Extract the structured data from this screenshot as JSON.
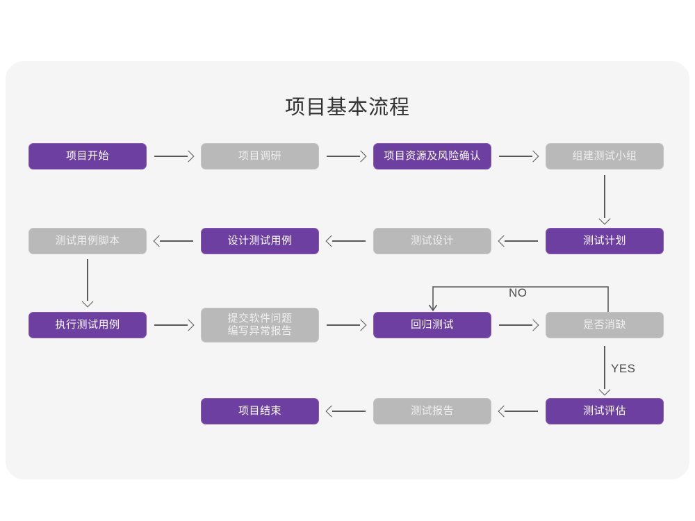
{
  "page": {
    "title": "项目基本流程",
    "colors": {
      "background": "#ffffff",
      "card": "#f5f5f5",
      "accent_purple": "#6c3fa0",
      "accent_purple_border": "#8659b5",
      "muted_gray": "#b9b9b9",
      "muted_gray_border": "#c4c4c4",
      "arrow": "#58585a",
      "title_text": "#333333"
    }
  },
  "flowchart": {
    "type": "flowchart",
    "rows": [
      {
        "nodes": [
          {
            "id": "project-start",
            "label": "项目开始",
            "style": "purple"
          },
          {
            "id": "project-research",
            "label": "项目调研",
            "style": "gray"
          },
          {
            "id": "resource-risk-confirm",
            "label": "项目资源及风险确认",
            "style": "purple"
          },
          {
            "id": "form-test-team",
            "label": "组建测试小组",
            "style": "gray"
          }
        ],
        "connectors": [
          "arrow-right",
          "arrow-right",
          "arrow-right"
        ]
      },
      {
        "nodes": [
          {
            "id": "test-case-script",
            "label": "测试用例脚本",
            "style": "gray"
          },
          {
            "id": "design-test-case",
            "label": "设计测试用例",
            "style": "purple"
          },
          {
            "id": "test-design",
            "label": "测试设计",
            "style": "gray"
          },
          {
            "id": "test-plan",
            "label": "测试计划",
            "style": "purple"
          }
        ],
        "connectors": [
          "arrow-left",
          "arrow-left",
          "arrow-left"
        ]
      },
      {
        "nodes": [
          {
            "id": "execute-test-case",
            "label": "执行测试用例",
            "style": "purple"
          },
          {
            "id": "submit-defect-report",
            "label": "提交软件问题\n编写异常报告",
            "style": "gray"
          },
          {
            "id": "regression-test",
            "label": "回归测试",
            "style": "purple"
          },
          {
            "id": "defect-cleared",
            "label": "是否消缺",
            "style": "gray"
          }
        ],
        "connectors": [
          "arrow-right",
          "arrow-right",
          "arrow-right"
        ]
      },
      {
        "nodes": [
          {
            "id": "project-end",
            "label": "项目结束",
            "style": "purple"
          },
          {
            "id": "test-report",
            "label": "测试报告",
            "style": "gray"
          },
          {
            "id": "test-evaluation",
            "label": "测试评估",
            "style": "purple"
          }
        ],
        "connectors": [
          "arrow-left",
          "arrow-left"
        ]
      }
    ],
    "vertical_connectors": [
      {
        "id": "team-to-plan",
        "from": "form-test-team",
        "to": "test-plan",
        "label": ""
      },
      {
        "id": "script-to-execute",
        "from": "test-case-script",
        "to": "execute-test-case",
        "label": ""
      },
      {
        "id": "cleared-to-evaluation",
        "from": "defect-cleared",
        "to": "test-evaluation",
        "label": "YES"
      }
    ],
    "feedback_loops": [
      {
        "id": "no-loop",
        "from": "defect-cleared",
        "to": "regression-test",
        "label": "NO"
      }
    ],
    "labels": {
      "no": "NO",
      "yes": "YES"
    }
  }
}
